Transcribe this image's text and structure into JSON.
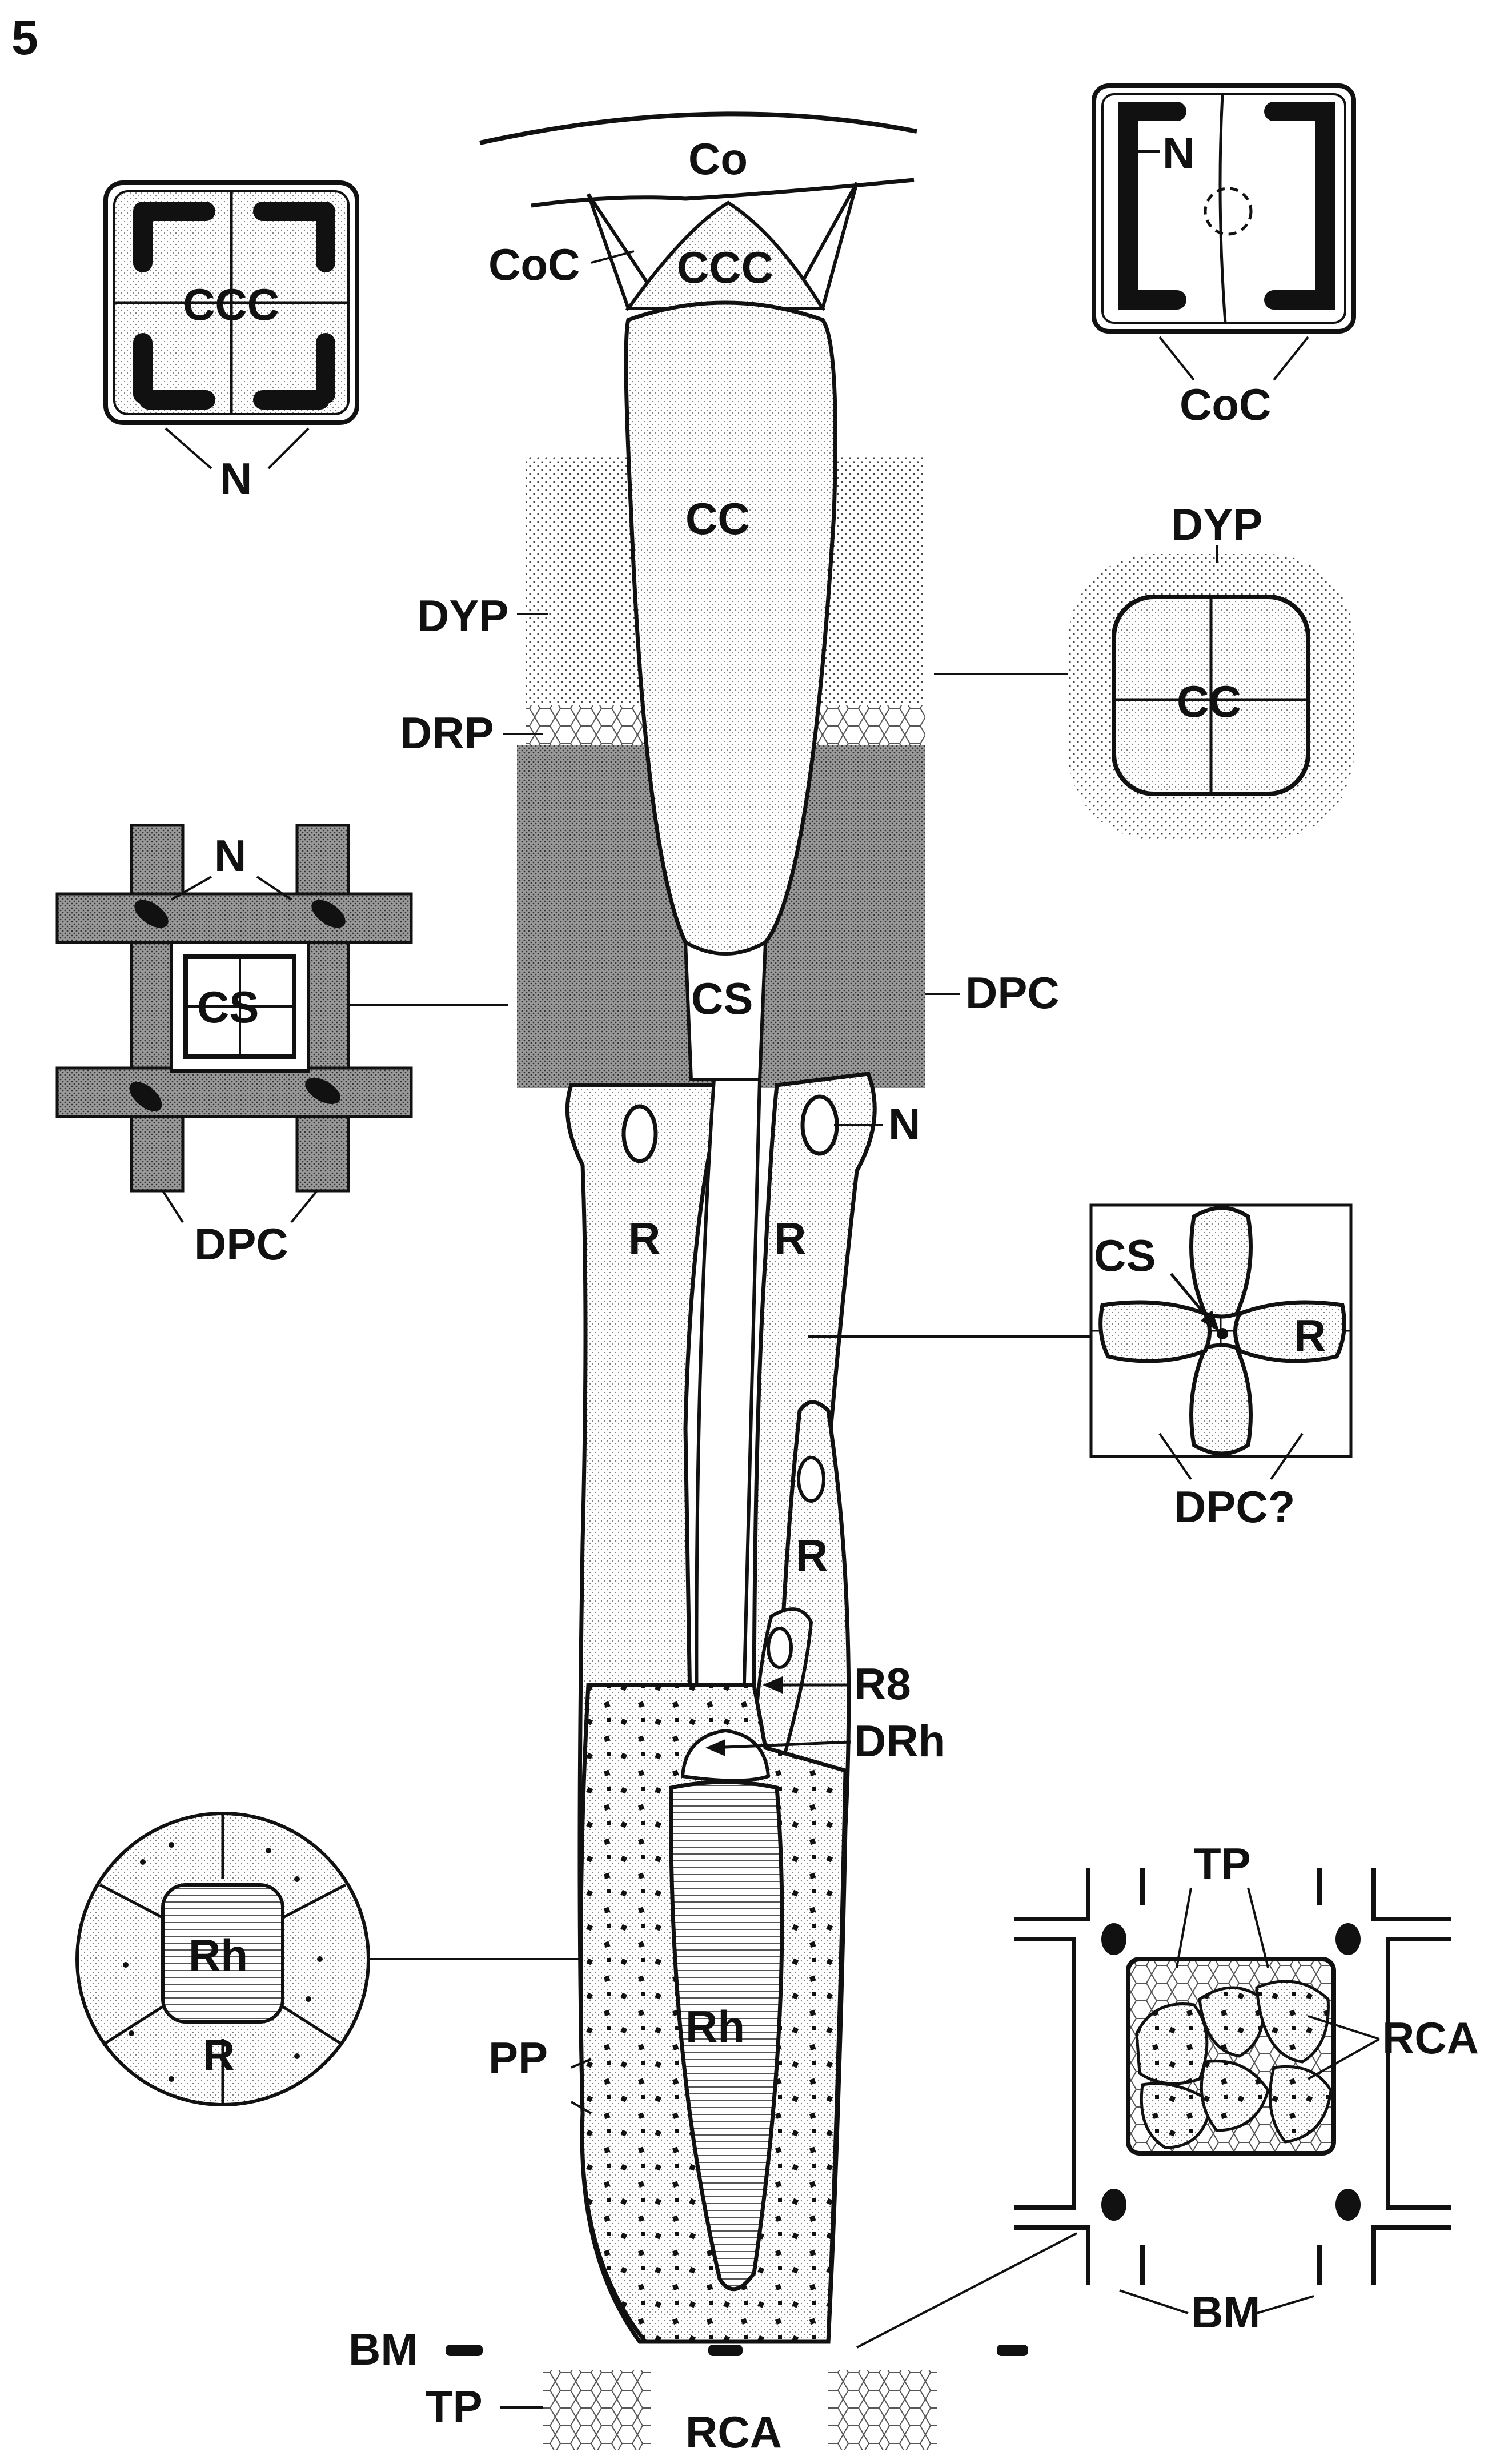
{
  "figure_number": "5",
  "labels": {
    "Co": "Co",
    "CoC": "CoC",
    "CCC": "CCC",
    "CC": "CC",
    "DYP": "DYP",
    "DRP": "DRP",
    "CS": "CS",
    "DPC": "DPC",
    "N": "N",
    "R": "R",
    "R8": "R8",
    "DRh": "DRh",
    "Rh": "Rh",
    "PP": "PP",
    "BM": "BM",
    "TP": "TP",
    "RCA": "RCA",
    "inset_ccc": "CCC",
    "inset_cc": "CC",
    "inset_cs": "CS",
    "dpc_question": "DPC?"
  },
  "colors": {
    "ink": "#111111",
    "background": "#ffffff",
    "light_stipple": "#d9d9d9",
    "dark_stipple": "#8a8a8a"
  }
}
